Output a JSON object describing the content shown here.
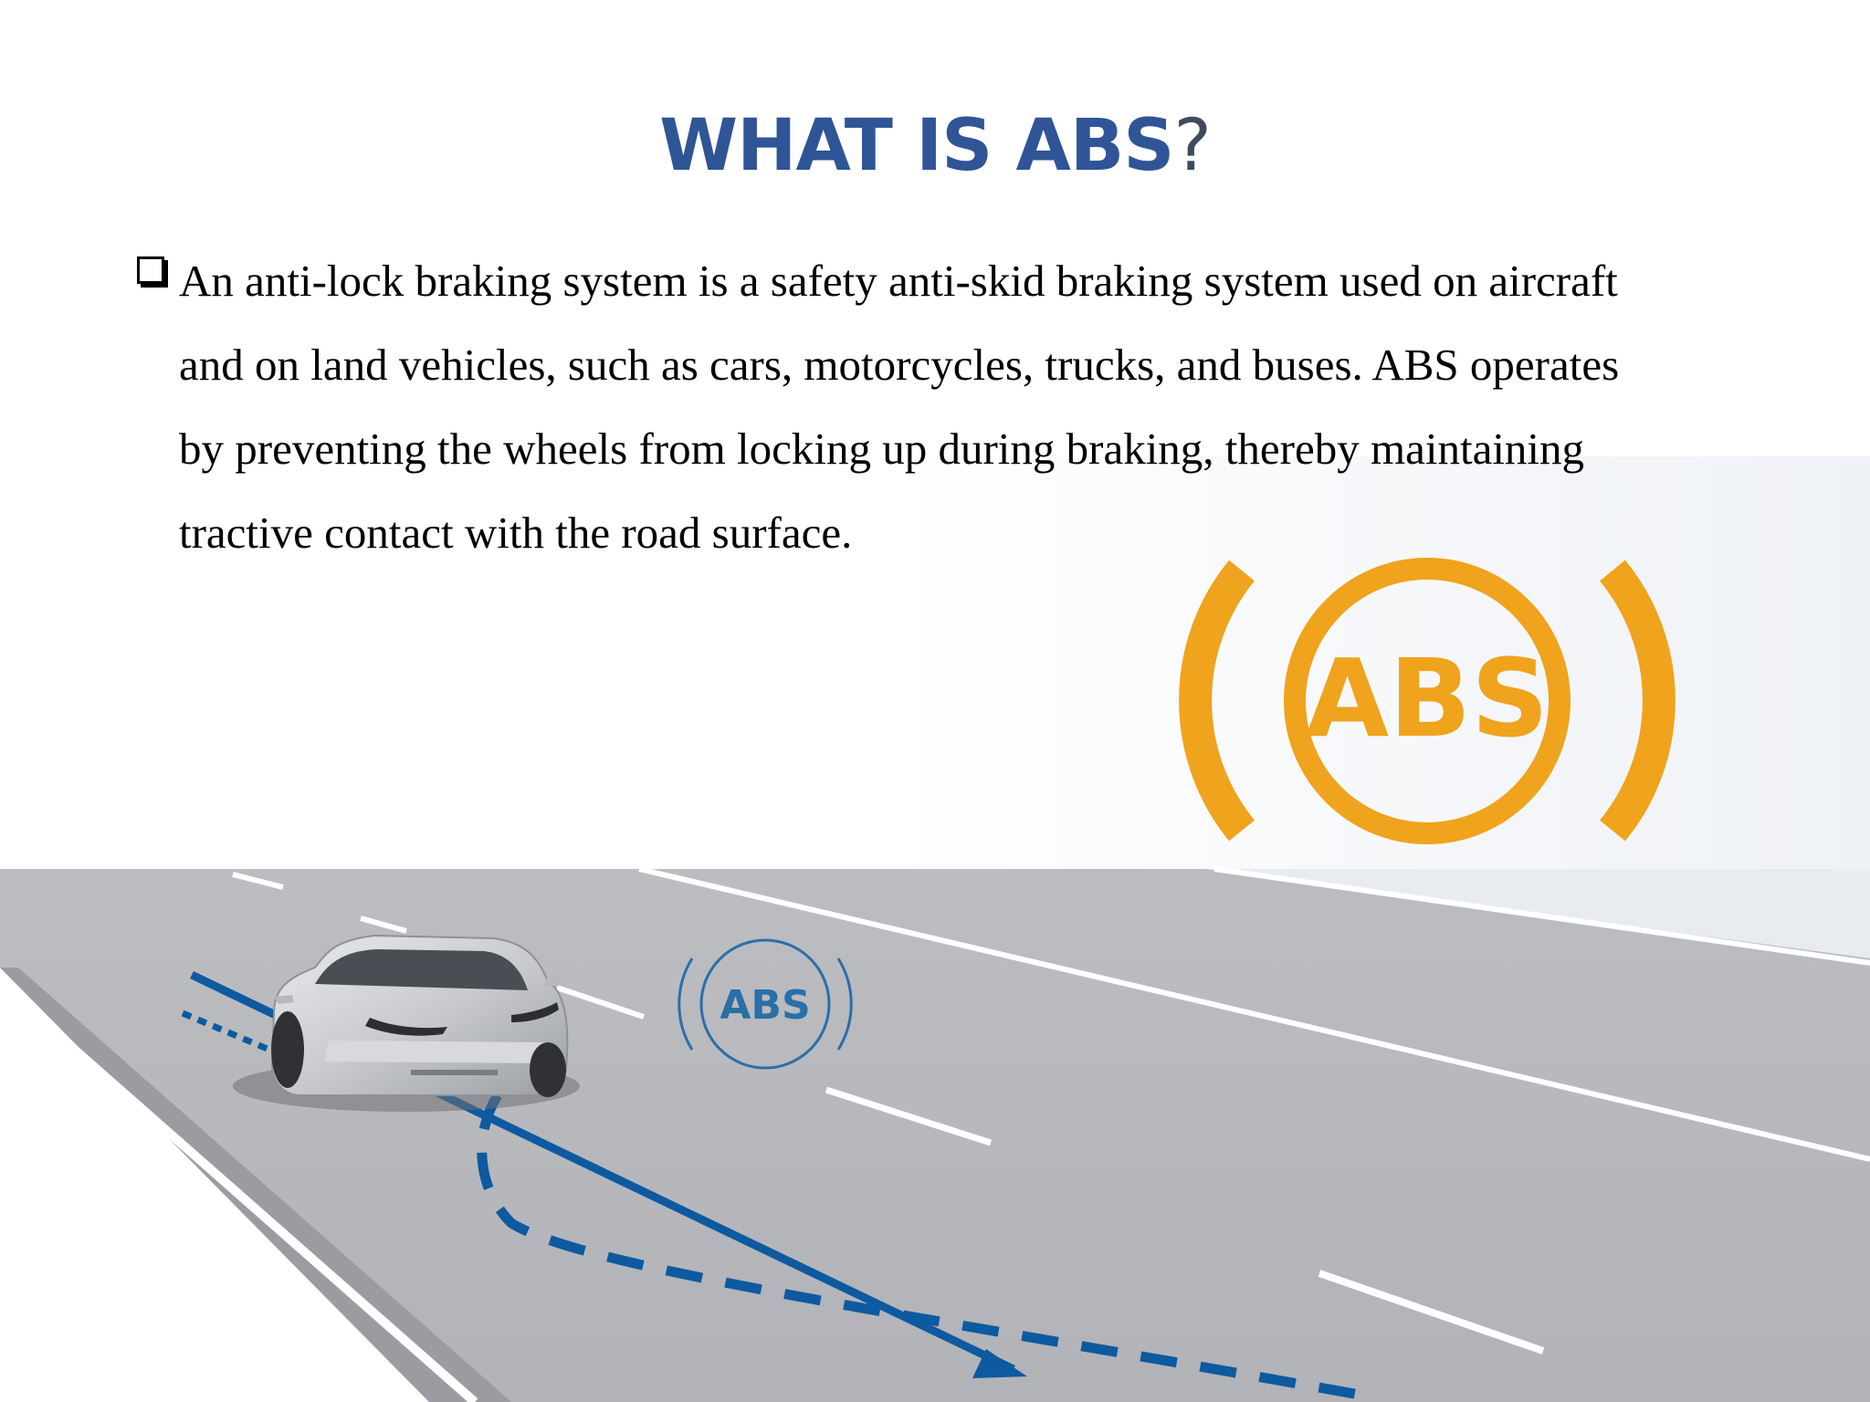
{
  "slide": {
    "title_main": "WHAT IS ABS",
    "title_mark": "?",
    "bullet_lines": [
      "An anti-lock braking system is a safety anti-skid braking system used on aircraft",
      "and on land vehicles, such as cars, motorcycles, trucks, and buses. ABS operates",
      "by preventing the wheels from locking up during braking, thereby maintaining",
      "tractive contact with the road surface."
    ]
  },
  "warning_symbol": {
    "text": "ABS",
    "color": "#f0a31c"
  },
  "road_illustration": {
    "badge_text": "ABS",
    "badge_color": "#2a6fa8",
    "road_color": "#b8b9bd",
    "path_color": "#0d5aa0"
  },
  "colors": {
    "title": "#2f5597",
    "text": "#000000"
  }
}
